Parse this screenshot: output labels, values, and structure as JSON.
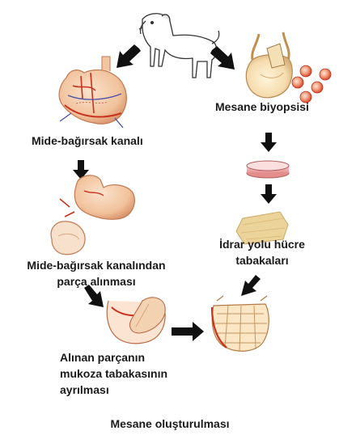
{
  "labels": {
    "bladder_biopsy": "Mesane biyopsisi",
    "gi_channel": "Mide-bağırsak kanalı",
    "segment_removed_line1": "Mide-bağırsak kanalından",
    "segment_removed_line2": "parça alınması",
    "urothelial_line1": "İdrar yolu hücre",
    "urothelial_line2": "tabakaları",
    "mucosa_line1": "Alınan parçanın",
    "mucosa_line2": "mukoza tabakasının",
    "mucosa_line3": "ayrılması",
    "bladder_formed": "Mesane oluşturulması"
  },
  "icons": {
    "dog": "dog-icon",
    "bladder": "bladder-icon",
    "cells": "cells-icon",
    "stomach": "stomach-icon",
    "petri_dish": "petri-dish-icon",
    "cell_sheet": "cell-sheet-icon",
    "intestine_segment": "intestine-segment-icon",
    "mucosa_peel": "mucosa-peel-icon",
    "new_bladder": "new-bladder-icon",
    "arrow": "arrow-icon"
  },
  "colors": {
    "arrow": "#111111",
    "tissue": "#f3c9a6",
    "tissue_dark": "#e0a27a",
    "vessel": "#c8321e",
    "vein": "#4a4fa8",
    "cell_sheet": "#ecd39a",
    "petri": "#f1a9a9"
  }
}
